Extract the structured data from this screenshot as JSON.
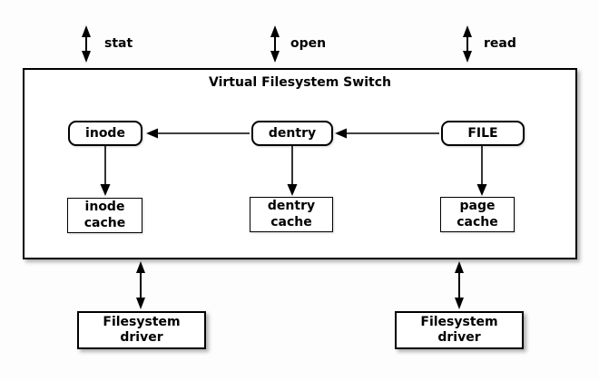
{
  "diagram": {
    "title": "Virtual Filesystem Switch",
    "syscalls": [
      {
        "label": "stat"
      },
      {
        "label": "open"
      },
      {
        "label": "read"
      }
    ],
    "vfs_objects": [
      {
        "label": "inode"
      },
      {
        "label": "dentry"
      },
      {
        "label": "FILE"
      }
    ],
    "caches": [
      {
        "line1": "inode",
        "line2": "cache"
      },
      {
        "line1": "dentry",
        "line2": "cache"
      },
      {
        "line1": "page",
        "line2": "cache"
      }
    ],
    "drivers": [
      {
        "line1": "Filesystem",
        "line2": "driver"
      },
      {
        "line1": "Filesystem",
        "line2": "driver"
      }
    ],
    "colors": {
      "line": "#000000",
      "box_fill": "#ffffff",
      "background": "#fdfdfd"
    }
  }
}
